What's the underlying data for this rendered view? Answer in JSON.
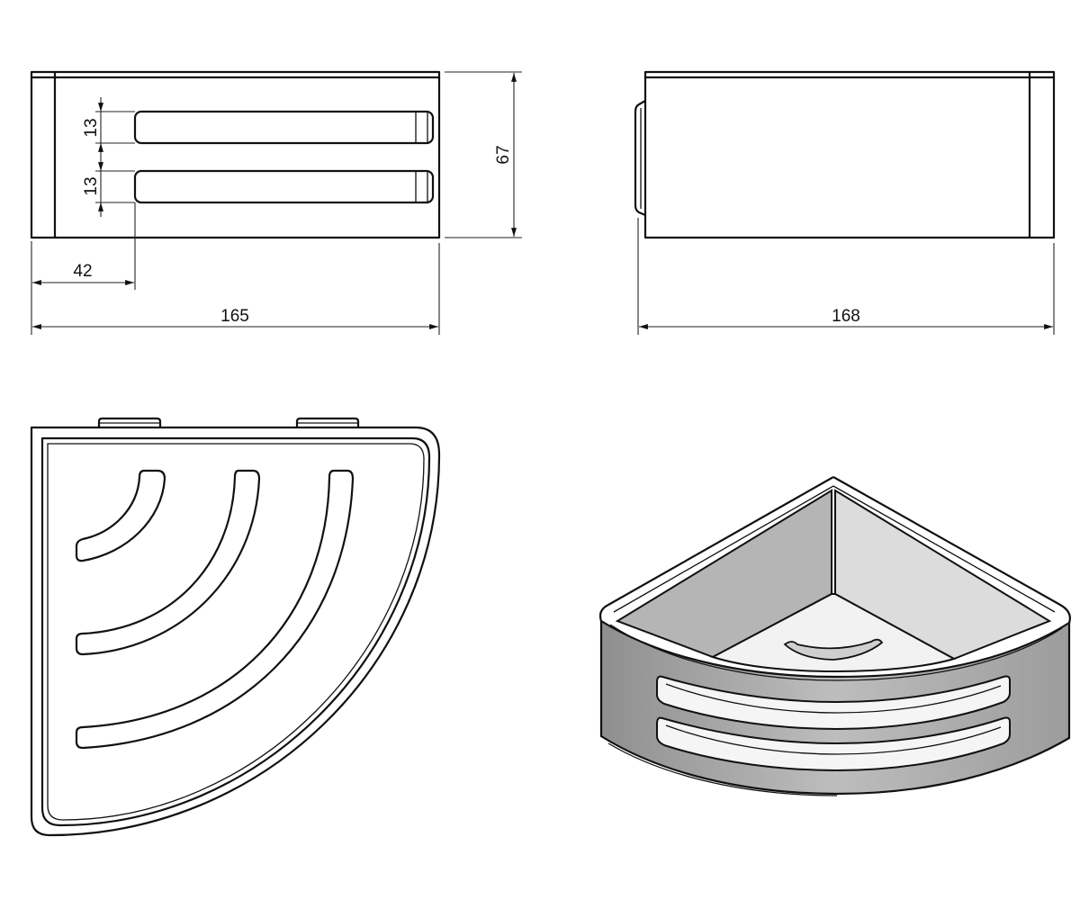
{
  "drawing": {
    "front_view": {
      "dim_slot_height_1": "13",
      "dim_slot_height_2": "13",
      "dim_height": "67",
      "dim_slot_offset": "42",
      "dim_width": "165"
    },
    "side_view": {
      "dim_depth": "168"
    },
    "colors": {
      "line": "#111111",
      "shade_dark": "#9a9a9a",
      "shade_mid": "#b8b8b8",
      "shade_light": "#dcdcdc"
    }
  }
}
